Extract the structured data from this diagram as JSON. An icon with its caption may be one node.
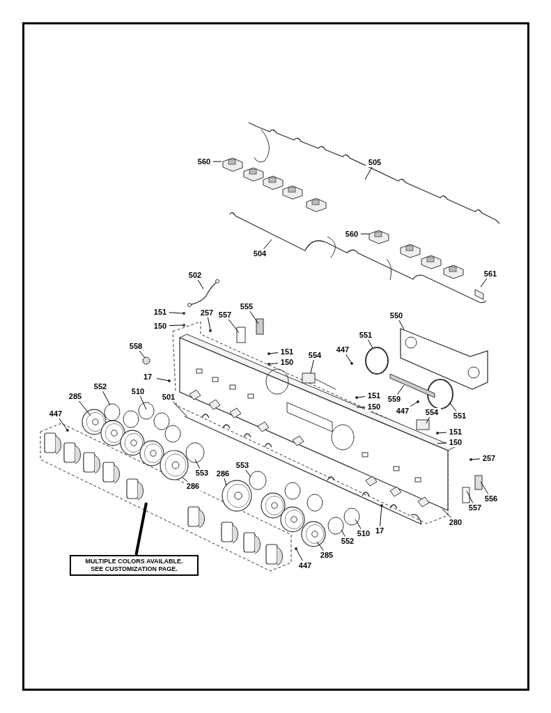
{
  "diagram": {
    "nodes": [
      {
        "text": [
          "560"
        ]
      },
      {
        "text": [
          "505"
        ]
      },
      {
        "text": [
          "560"
        ]
      },
      {
        "text": [
          "504"
        ]
      },
      {
        "text": [
          "502"
        ]
      },
      {
        "text": [
          "561"
        ]
      },
      {
        "text": [
          "151"
        ]
      },
      {
        "text": [
          "257"
        ]
      },
      {
        "text": [
          "557"
        ]
      },
      {
        "text": [
          "555"
        ]
      },
      {
        "text": [
          "150"
        ]
      },
      {
        "text": [
          "550"
        ]
      },
      {
        "text": [
          "558"
        ]
      },
      {
        "text": [
          "151"
        ]
      },
      {
        "text": [
          "551"
        ]
      },
      {
        "text": [
          "447"
        ]
      },
      {
        "text": [
          "554"
        ]
      },
      {
        "text": [
          "150"
        ]
      },
      {
        "text": [
          "17"
        ]
      },
      {
        "text": [
          "552"
        ]
      },
      {
        "text": [
          "285"
        ]
      },
      {
        "text": [
          "510"
        ]
      },
      {
        "text": [
          "501"
        ]
      },
      {
        "text": [
          "151"
        ]
      },
      {
        "text": [
          "150"
        ]
      },
      {
        "text": [
          "559"
        ]
      },
      {
        "text": [
          "447"
        ]
      },
      {
        "text": [
          "554"
        ]
      },
      {
        "text": [
          "551"
        ]
      },
      {
        "text": [
          "447"
        ]
      },
      {
        "text": [
          "151"
        ]
      },
      {
        "text": [
          "150"
        ]
      },
      {
        "text": [
          "257"
        ]
      },
      {
        "text": [
          "553"
        ]
      },
      {
        "text": [
          "286"
        ]
      },
      {
        "text": [
          "553"
        ]
      },
      {
        "text": [
          "286"
        ]
      },
      {
        "text": [
          "556"
        ]
      },
      {
        "text": [
          "557"
        ]
      },
      {
        "text": [
          "280"
        ]
      },
      {
        "text": [
          "17"
        ]
      },
      {
        "text": [
          "510"
        ]
      },
      {
        "text": [
          "552"
        ]
      },
      {
        "text": [
          "285"
        ]
      },
      {
        "text": [
          "447"
        ]
      },
      {
        "text": [
          "MULTIPLE COLORS AVAILABLE. SEE CUSTOMIZATION PAGE."
        ]
      }
    ],
    "edges": [
      {
        "from": 0,
        "to": null,
        "arrow": "none"
      },
      {
        "from": 1,
        "to": null,
        "arrow": "none"
      },
      {
        "from": 2,
        "to": null,
        "arrow": "none"
      },
      {
        "from": 3,
        "to": null,
        "arrow": "none"
      },
      {
        "from": 4,
        "to": null,
        "arrow": "none"
      },
      {
        "from": 5,
        "to": null,
        "arrow": "none"
      },
      {
        "from": 6,
        "to": null,
        "arrow": "none"
      },
      {
        "from": 7,
        "to": null,
        "arrow": "none"
      },
      {
        "from": 8,
        "to": null,
        "arrow": "none"
      },
      {
        "from": 9,
        "to": null,
        "arrow": "none"
      },
      {
        "from": 10,
        "to": null,
        "arrow": "none"
      },
      {
        "from": 11,
        "to": null,
        "arrow": "none"
      },
      {
        "from": 12,
        "to": null,
        "arrow": "none"
      },
      {
        "from": 13,
        "to": null,
        "arrow": "none"
      },
      {
        "from": 14,
        "to": null,
        "arrow": "none"
      },
      {
        "from": 15,
        "to": null,
        "arrow": "none"
      },
      {
        "from": 16,
        "to": null,
        "arrow": "none"
      },
      {
        "from": 17,
        "to": null,
        "arrow": "none"
      },
      {
        "from": 18,
        "to": null,
        "arrow": "none"
      },
      {
        "from": 19,
        "to": null,
        "arrow": "none"
      },
      {
        "from": 20,
        "to": null,
        "arrow": "none"
      },
      {
        "from": 21,
        "to": null,
        "arrow": "none"
      },
      {
        "from": 22,
        "to": null,
        "arrow": "none"
      },
      {
        "from": 23,
        "to": null,
        "arrow": "none"
      },
      {
        "from": 24,
        "to": null,
        "arrow": "none"
      },
      {
        "from": 25,
        "to": null,
        "arrow": "none"
      },
      {
        "from": 26,
        "to": null,
        "arrow": "none"
      },
      {
        "from": 27,
        "to": null,
        "arrow": "none"
      },
      {
        "from": 28,
        "to": null,
        "arrow": "none"
      },
      {
        "from": 29,
        "to": null,
        "arrow": "none"
      },
      {
        "from": 30,
        "to": null,
        "arrow": "none"
      },
      {
        "from": 31,
        "to": null,
        "arrow": "none"
      },
      {
        "from": 32,
        "to": null,
        "arrow": "none"
      },
      {
        "from": 33,
        "to": null,
        "arrow": "none"
      },
      {
        "from": 34,
        "to": null,
        "arrow": "none"
      },
      {
        "from": 35,
        "to": null,
        "arrow": "none"
      },
      {
        "from": 36,
        "to": null,
        "arrow": "none"
      },
      {
        "from": 37,
        "to": null,
        "arrow": "none"
      },
      {
        "from": 38,
        "to": null,
        "arrow": "none"
      },
      {
        "from": 39,
        "to": null,
        "arrow": "none"
      },
      {
        "from": 40,
        "to": null,
        "arrow": "none"
      },
      {
        "from": 41,
        "to": null,
        "arrow": "none"
      },
      {
        "from": 42,
        "to": null,
        "arrow": "none"
      },
      {
        "from": 43,
        "to": null,
        "arrow": "none"
      },
      {
        "from": 44,
        "to": null,
        "arrow": "none"
      },
      {
        "from": 45,
        "to": null,
        "arrow": "none",
        "style": "thick"
      }
    ]
  }
}
